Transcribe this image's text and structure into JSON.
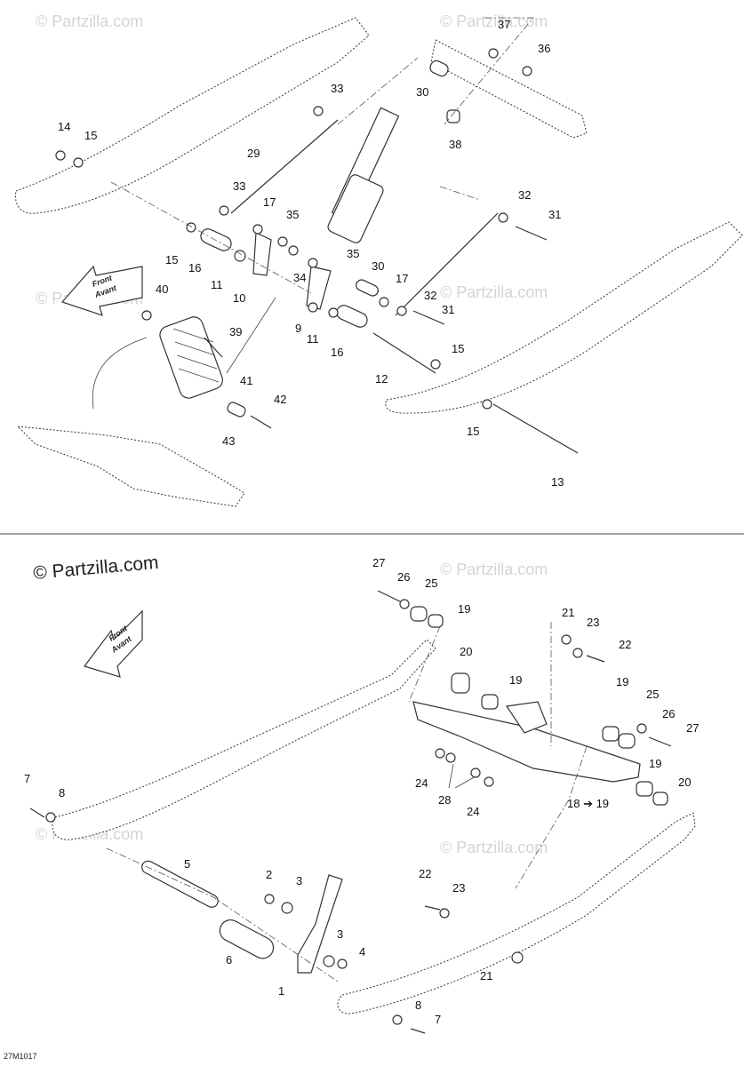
{
  "watermark": {
    "brand": "© Partzilla.com",
    "faded": "© Partzilla.com"
  },
  "direction_arrow": {
    "line1": "Front",
    "line2": "Avant"
  },
  "drawing_code": "27M1017",
  "top_callouts": [
    "37",
    "36",
    "33",
    "30",
    "38",
    "14",
    "15",
    "29",
    "33",
    "17",
    "35",
    "32",
    "31",
    "15",
    "16",
    "11",
    "10",
    "35",
    "34",
    "30",
    "17",
    "32",
    "40",
    "9",
    "11",
    "31",
    "39",
    "16",
    "15",
    "12",
    "41",
    "42",
    "43",
    "15",
    "13"
  ],
  "bottom_callouts": [
    "27",
    "26",
    "25",
    "19",
    "21",
    "23",
    "22",
    "20",
    "19",
    "19",
    "25",
    "26",
    "27",
    "24",
    "28",
    "24",
    "19",
    "18 ➔ 19",
    "20",
    "7",
    "8",
    "5",
    "2",
    "3",
    "3",
    "4",
    "1",
    "6",
    "22",
    "23",
    "21",
    "8",
    "7"
  ]
}
